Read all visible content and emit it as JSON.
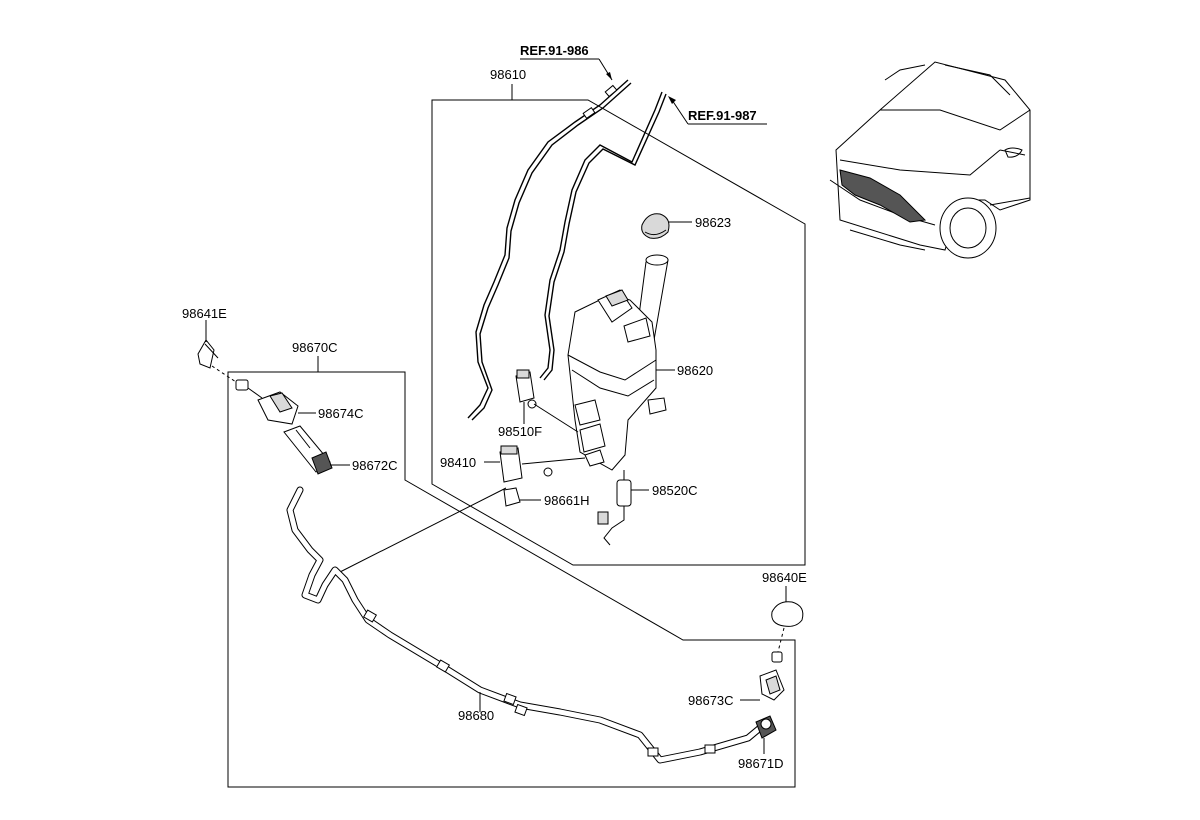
{
  "references": [
    {
      "id": "ref-91-986",
      "text": "REF.91-986"
    },
    {
      "id": "ref-91-987",
      "text": "REF.91-987"
    }
  ],
  "part_labels": [
    {
      "id": "98610",
      "text": "98610"
    },
    {
      "id": "98623",
      "text": "98623"
    },
    {
      "id": "98620",
      "text": "98620"
    },
    {
      "id": "98510F",
      "text": "98510F"
    },
    {
      "id": "98410",
      "text": "98410"
    },
    {
      "id": "98661H",
      "text": "98661H"
    },
    {
      "id": "98520C",
      "text": "98520C"
    },
    {
      "id": "98641E",
      "text": "98641E"
    },
    {
      "id": "98670C",
      "text": "98670C"
    },
    {
      "id": "98674C",
      "text": "98674C"
    },
    {
      "id": "98672C",
      "text": "98672C"
    },
    {
      "id": "98640E",
      "text": "98640E"
    },
    {
      "id": "98673C",
      "text": "98673C"
    },
    {
      "id": "98680",
      "text": "98680"
    },
    {
      "id": "98671D",
      "text": "98671D"
    }
  ]
}
